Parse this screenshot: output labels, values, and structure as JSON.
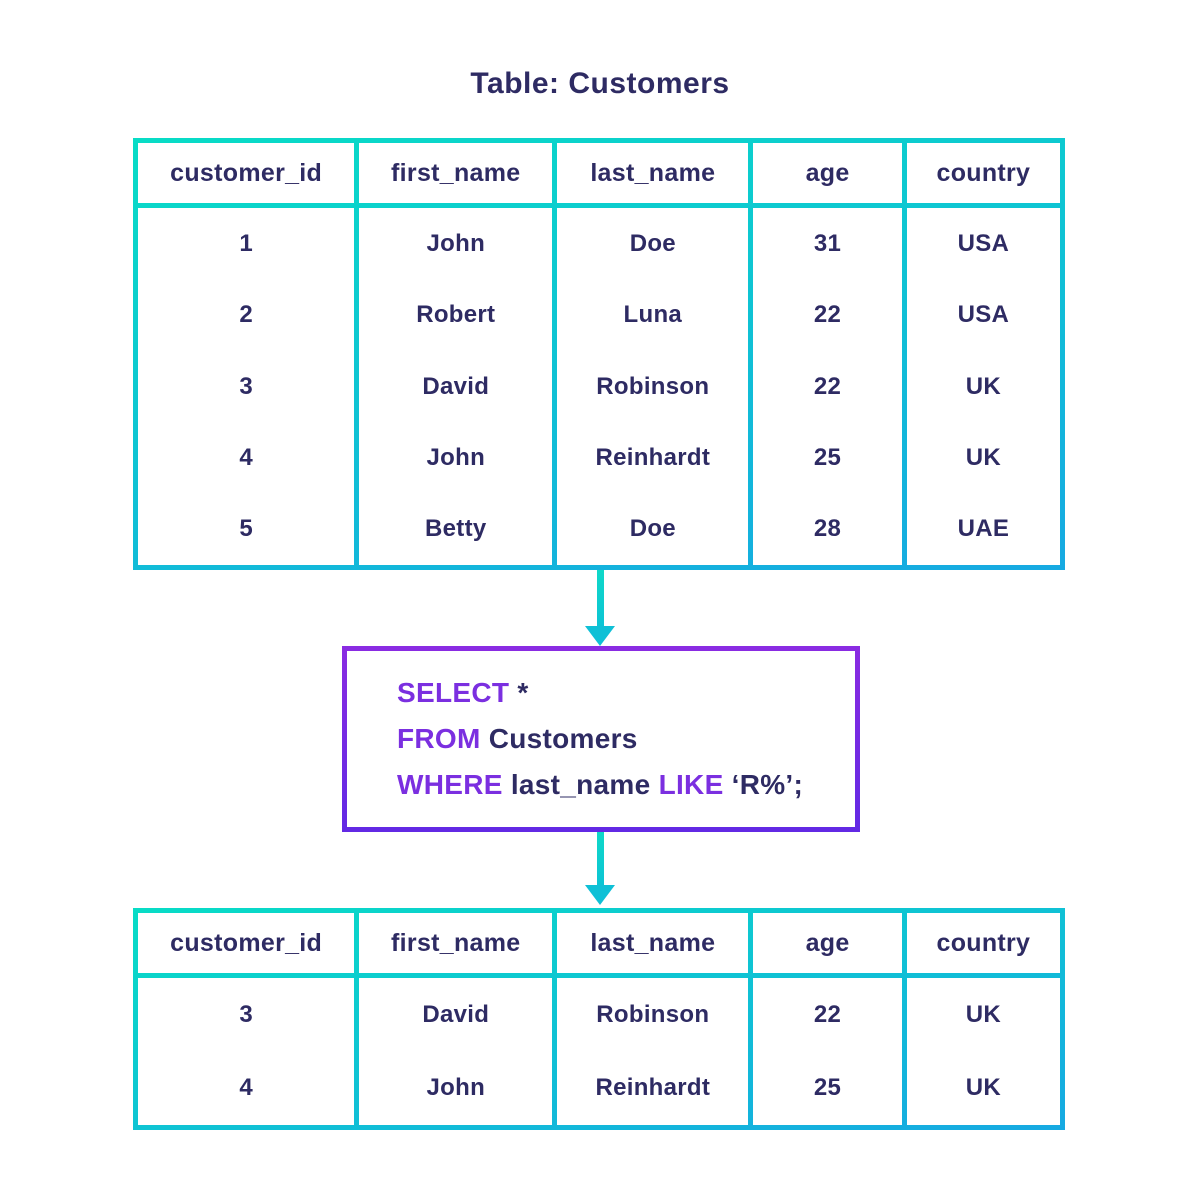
{
  "title": "Table: Customers",
  "colors": {
    "background": "#ffffff",
    "navy": "#2e2b63",
    "teal_gradient_start": "#08dcc6",
    "teal_gradient_end": "#16a9e2",
    "arrow_shaft_start": "#0fd8c8",
    "arrow_shaft_end": "#0cc4d4",
    "arrow_head": "#0fc0d6",
    "purple_border_start": "#8a2be2",
    "purple_border_end": "#6229e4",
    "keyword_purple": "#7b2fe0"
  },
  "source_table": {
    "headers": [
      "customer_id",
      "first_name",
      "last_name",
      "age",
      "country"
    ],
    "rows": [
      [
        "1",
        "John",
        "Doe",
        "31",
        "USA"
      ],
      [
        "2",
        "Robert",
        "Luna",
        "22",
        "USA"
      ],
      [
        "3",
        "David",
        "Robinson",
        "22",
        "UK"
      ],
      [
        "4",
        "John",
        "Reinhardt",
        "25",
        "UK"
      ],
      [
        "5",
        "Betty",
        "Doe",
        "28",
        "UAE"
      ]
    ]
  },
  "query": {
    "lines": [
      [
        {
          "text": "SELECT",
          "keyword": true
        },
        {
          "text": " *",
          "keyword": false
        }
      ],
      [
        {
          "text": "FROM",
          "keyword": true
        },
        {
          "text": " Customers",
          "keyword": false
        }
      ],
      [
        {
          "text": "WHERE",
          "keyword": true
        },
        {
          "text": " last_name ",
          "keyword": false
        },
        {
          "text": "LIKE",
          "keyword": true
        },
        {
          "text": " ‘R%’;",
          "keyword": false
        }
      ]
    ]
  },
  "result_table": {
    "headers": [
      "customer_id",
      "first_name",
      "last_name",
      "age",
      "country"
    ],
    "rows": [
      [
        "3",
        "David",
        "Robinson",
        "22",
        "UK"
      ],
      [
        "4",
        "John",
        "Reinhardt",
        "25",
        "UK"
      ]
    ]
  }
}
